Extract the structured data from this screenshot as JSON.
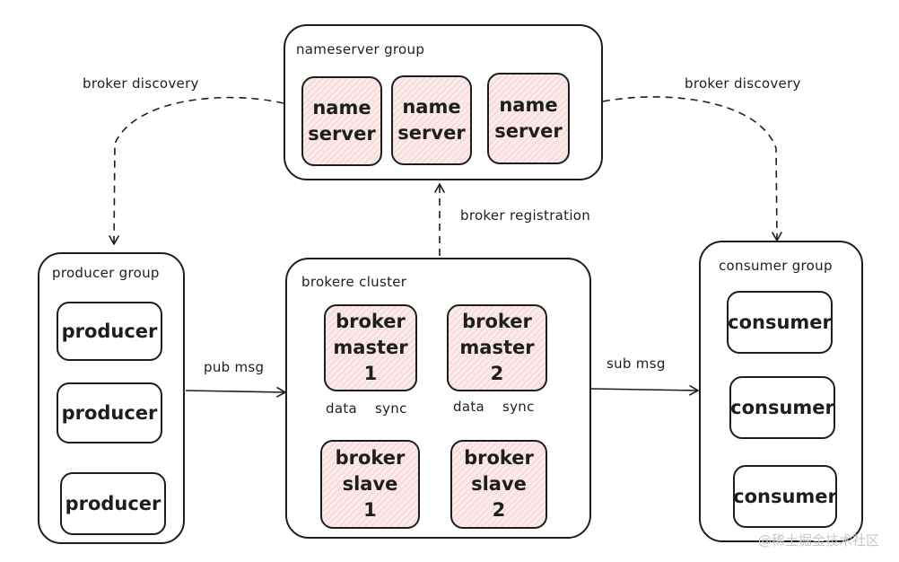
{
  "groups": {
    "nameserver": {
      "title": "nameserver group",
      "nodes": [
        "name\nserver",
        "name\nserver",
        "name\nserver"
      ]
    },
    "producer": {
      "title": "producer group",
      "nodes": [
        "producer",
        "producer",
        "producer"
      ]
    },
    "broker": {
      "title": "brokere cluster",
      "masters": [
        "broker\nmaster\n1",
        "broker\nmaster\n2"
      ],
      "slaves": [
        "broker\nslave\n1",
        "broker\nslave\n2"
      ]
    },
    "consumer": {
      "title": "consumer group",
      "nodes": [
        "consumer",
        "consumer",
        "consumer"
      ]
    }
  },
  "edges": {
    "discovery_left": "broker discovery",
    "discovery_right": "broker discovery",
    "registration": "broker registration",
    "pub": "pub msg",
    "sub": "sub msg",
    "sync_1_left": "data",
    "sync_1_right": "sync",
    "sync_2_left": "data",
    "sync_2_right": "sync"
  },
  "watermark": "@稀土掘金技术社区",
  "colors": {
    "node_fill": "#fbeaea",
    "stroke": "#1e1e1e"
  }
}
